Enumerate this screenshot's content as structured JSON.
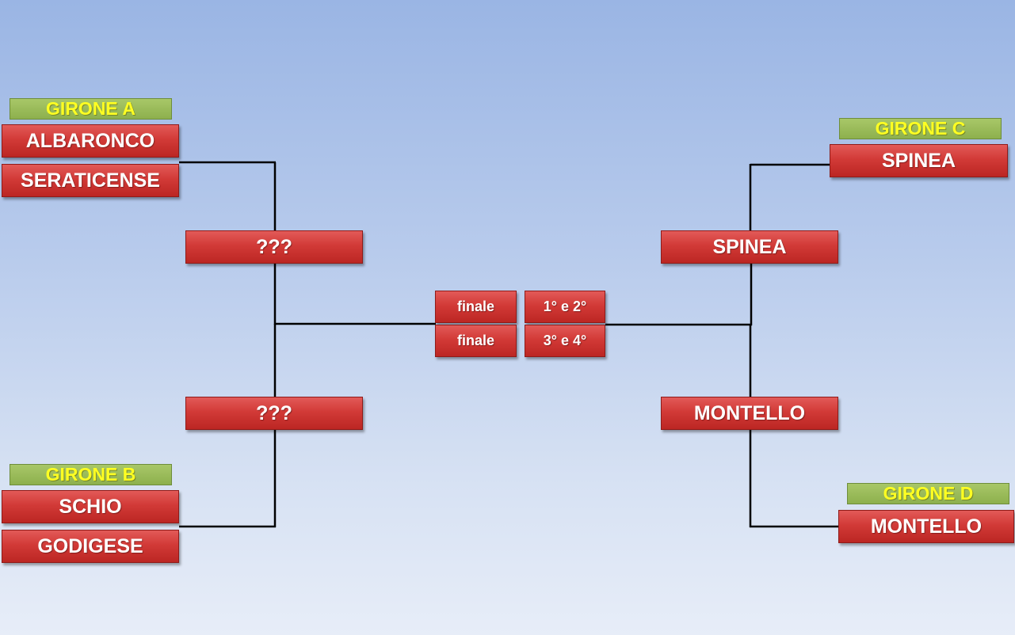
{
  "group_a": {
    "label": "GIRONE A",
    "teams": [
      "ALBARONCO",
      "SERATICENSE"
    ]
  },
  "group_b": {
    "label": "GIRONE B",
    "teams": [
      "SCHIO",
      "GODIGESE"
    ]
  },
  "group_c": {
    "label": "GIRONE C",
    "teams": [
      "SPINEA"
    ]
  },
  "group_d": {
    "label": "GIRONE D",
    "teams": [
      "MONTELLO"
    ]
  },
  "semifinals": {
    "left_top": "???",
    "left_bottom": "???",
    "right_top": "SPINEA",
    "right_bottom": "MONTELLO"
  },
  "finals": [
    {
      "label": "finale",
      "places": "1° e 2°"
    },
    {
      "label": "finale",
      "places": "3° e 4°"
    }
  ],
  "colors": {
    "team_box": "#d23a37",
    "group_label_bg": "#8db04d",
    "group_label_text": "#ffff22",
    "connector": "#000000",
    "background_top": "#9ab5e4",
    "background_bottom": "#e7edf8"
  }
}
